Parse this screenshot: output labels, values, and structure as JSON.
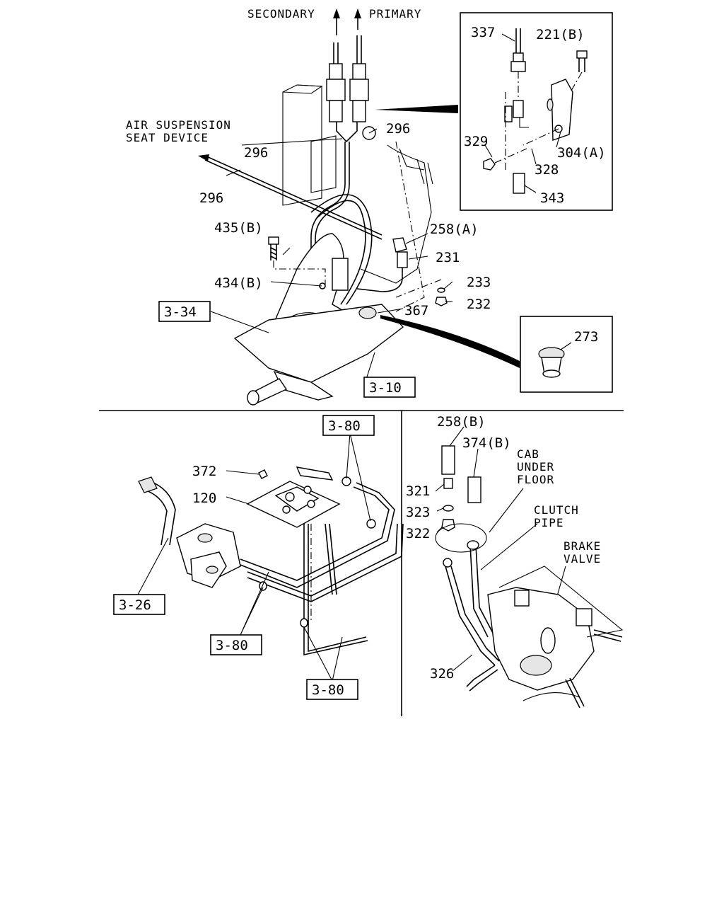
{
  "top": {
    "captions": {
      "secondary": "SECONDARY",
      "primary": "PRIMARY",
      "air_line1": "AIR SUSPENSION",
      "air_line2": "SEAT DEVICE"
    },
    "callouts": {
      "c296a": "296",
      "c296b": "296",
      "c296c": "296",
      "c435b": "435(B)",
      "c434b": "434(B)",
      "c258a": "258(A)",
      "c231": "231",
      "c233": "233",
      "c232": "232",
      "c367": "367"
    },
    "refs": {
      "r334": "3-34",
      "r310": "3-10"
    }
  },
  "inset1": {
    "callouts": {
      "c337": "337",
      "c221b": "221(B)",
      "c329": "329",
      "c304a": "304(A)",
      "c328": "328",
      "c343": "343"
    }
  },
  "inset2": {
    "callouts": {
      "c273": "273"
    }
  },
  "bottom_left": {
    "callouts": {
      "c372": "372",
      "c120": "120"
    },
    "refs": {
      "r380a": "3-80",
      "r326": "3-26",
      "r380b": "3-80",
      "r380c": "3-80"
    }
  },
  "bottom_right": {
    "captions": {
      "cab1": "CAB",
      "cab2": "UNDER",
      "cab3": "FLOOR",
      "clutch1": "CLUTCH",
      "clutch2": "PIPE",
      "brake1": "BRAKE",
      "brake2": "VALVE"
    },
    "callouts": {
      "c258b": "258(B)",
      "c374b": "374(B)",
      "c321": "321",
      "c323": "323",
      "c322": "322",
      "c326": "326"
    }
  }
}
